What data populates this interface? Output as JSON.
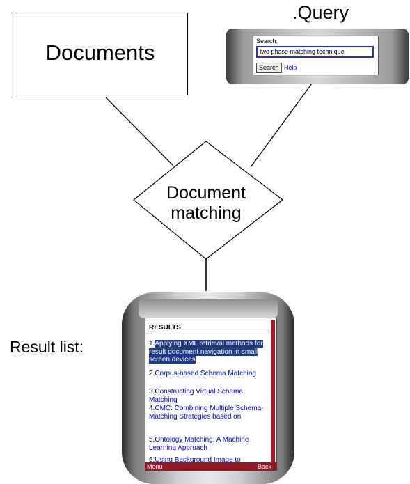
{
  "documents": {
    "label": "Documents"
  },
  "query": {
    "title": ".Query",
    "search_label": "Search:",
    "search_value": "two phase matching technique",
    "search_button": "Search",
    "help_link": "Help"
  },
  "matching": {
    "line1": "Document",
    "line2": "matching"
  },
  "result_list": {
    "label": "Result list:",
    "header": "RESULTS",
    "items": [
      {
        "num": "1.",
        "text": "Applying XML retrieval methods for result document navigation in small screen devices"
      },
      {
        "num": "2.",
        "text": "Corpus-based Schema Matching"
      },
      {
        "num": "3.",
        "text": "Constructing Virtual Schema Matching"
      },
      {
        "num": "4.",
        "text": "CMC: Combining Multiple Schema-Matching Strategies based on"
      },
      {
        "num": "5.",
        "text": "Ontology Matching: A Machine Learning Approach"
      },
      {
        "num": "6.",
        "text": "Using Background Image to"
      }
    ],
    "menu_left": "Menu",
    "menu_right": "Back"
  }
}
